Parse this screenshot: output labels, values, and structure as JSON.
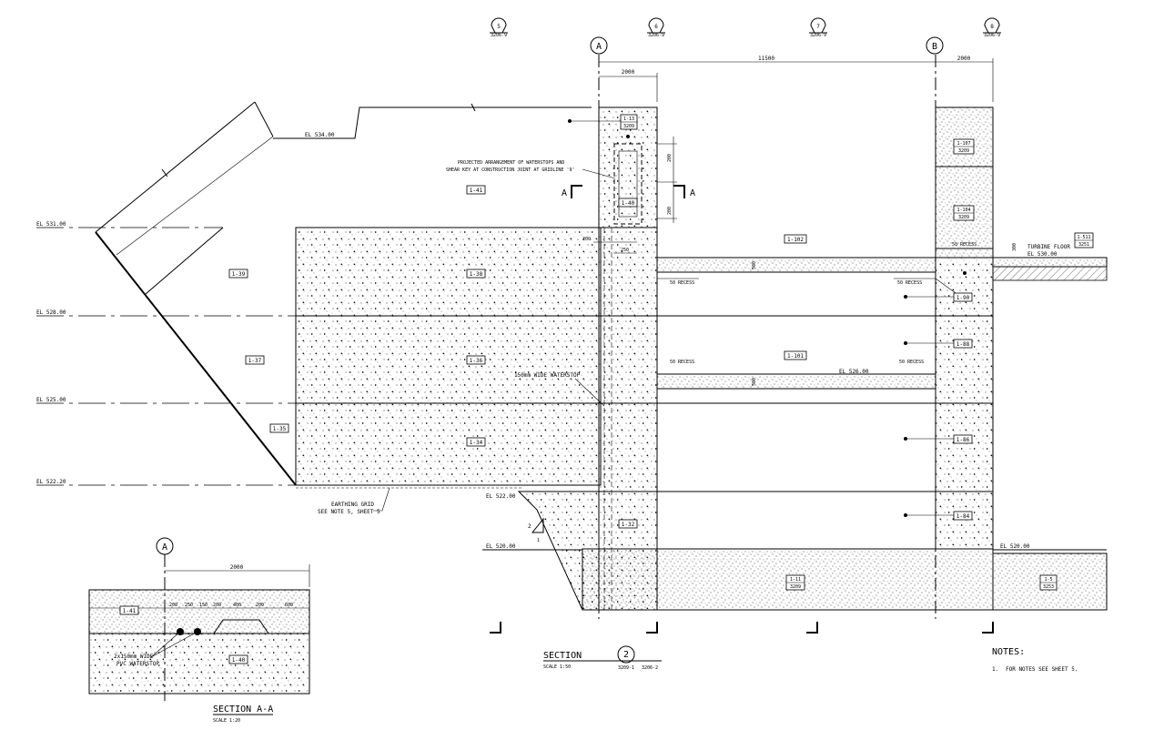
{
  "gridlines": [
    {
      "id": "5",
      "ref": "3206-9"
    },
    {
      "id": "6",
      "ref": "3206-9"
    },
    {
      "id": "7",
      "ref": "3206-9"
    },
    {
      "id": "8",
      "ref": "3206-9"
    }
  ],
  "axes": {
    "a": "A",
    "b": "B",
    "a_detail": "A"
  },
  "dims": {
    "d_2000_left": "2000",
    "d_11500": "11500",
    "d_2000_right": "2000",
    "d_200_a": "200",
    "d_200_b": "200",
    "d_200_c": "200",
    "d_250": "250",
    "d_300": "300",
    "d_500_a": "500",
    "d_500_b": "500",
    "d_2000_detail": "2000",
    "detail_chain": [
      "200",
      "250",
      "150",
      "200",
      "400",
      "200",
      "600"
    ]
  },
  "elevations": {
    "el_534": "EL 534.00",
    "el_531": "EL 531.00",
    "el_528": "EL 528.00",
    "el_525": "EL 525.00",
    "el_522": "EL 522.20",
    "el_522b": "EL 522.00",
    "el_520": "EL 520.00",
    "el_520r": "EL 520.00",
    "el_526": "EL 526.00",
    "el_530": "EL 530.00"
  },
  "pour_tags": {
    "p41": "1-41",
    "p39": "1-39",
    "p38": "1-38",
    "p37": "1-37",
    "p36": "1-36",
    "p35": "1-35",
    "p34": "1-34",
    "p32": "1-32",
    "p40": "1-40",
    "p102": "1-102",
    "p101": "1-101",
    "p90": "1-90",
    "p88": "1-88",
    "p86": "1-86",
    "p84": "1-84",
    "p41d": "1-41",
    "p40d": "1-40"
  },
  "ref_tags": {
    "r13": [
      "1-13",
      "3209"
    ],
    "r107": [
      "1-107",
      "3209"
    ],
    "r104": [
      "1-104",
      "3209"
    ],
    "r511": [
      "1-511",
      "3251"
    ],
    "r11": [
      "1-11",
      "3209"
    ],
    "r5": [
      "1-5",
      "3253"
    ]
  },
  "notes": {
    "projected_1": "PROJECTED ARRANGEMENT OF WATERSTOPS AND",
    "projected_2": "SHEAR KEY AT CONSTRUCTION JOINT AT GRIDLINE '9'",
    "recess_50": "50 RECESS",
    "turbine_floor": "TURBINE FLOOR",
    "waterstop_150": "150mm WIDE WATERSTOP",
    "earthing_1": "EARTHING GRID",
    "earthing_2": "SEE NOTE 5, SHEET 5",
    "pvc_1": "2x150mm WIDE",
    "pvc_2": "PVC WATERSTOP",
    "slope_2": "2",
    "slope_1": "1",
    "cut_a": "A"
  },
  "titles": {
    "section": "SECTION",
    "section_scale": "SCALE 1:50",
    "section_no": "2",
    "section_ref1": "3209-1",
    "section_ref2": "3206-2",
    "section_aa": "SECTION A-A",
    "section_aa_scale": "SCALE 1:20",
    "notes_head": "NOTES:",
    "note_1_no": "1.",
    "note_1": "FOR NOTES SEE SHEET 5."
  }
}
